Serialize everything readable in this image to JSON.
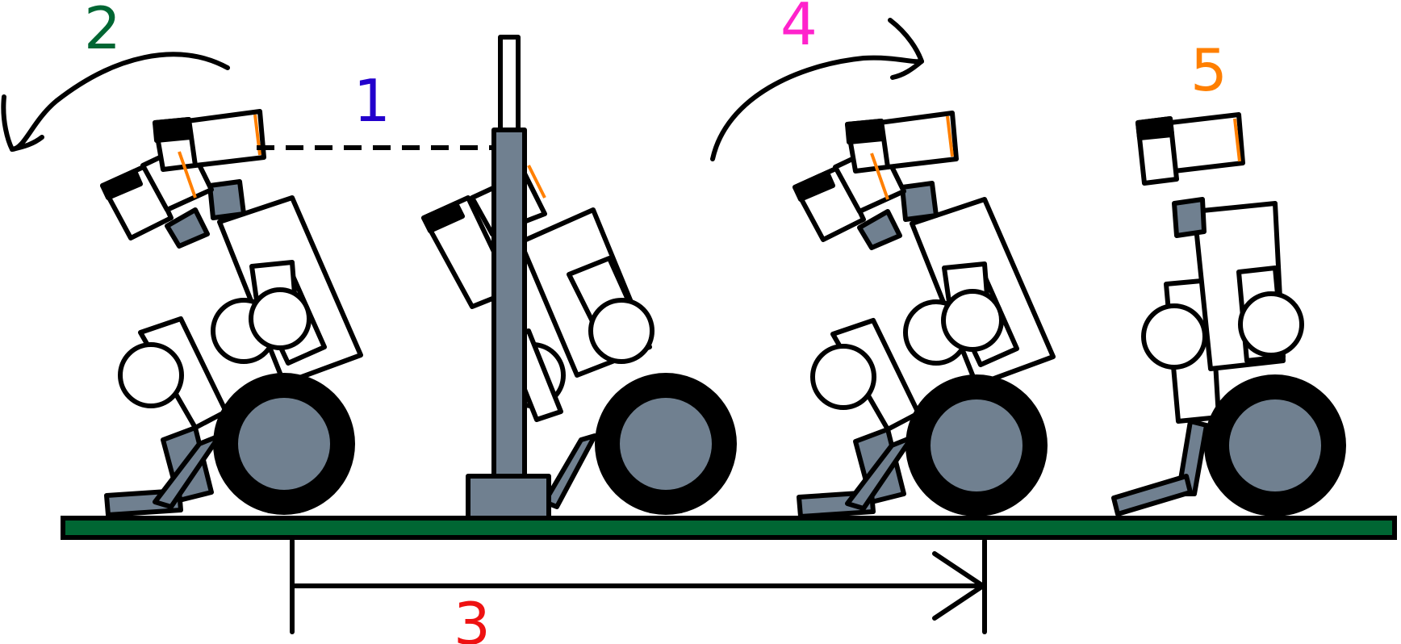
{
  "labels": {
    "step_1": "1",
    "step_2": "2",
    "step_3": "3",
    "step_4": "4",
    "step_5": "5"
  },
  "colors": {
    "step_1": "#2200cc",
    "step_2": "#006633",
    "step_3": "#ee1111",
    "step_4": "#ff22cc",
    "step_5": "#ff7f00",
    "ground": "#006633",
    "metal": "#708090",
    "accent": "#ff7f00"
  },
  "icons": {
    "robot": "wheeled-biped-robot-icon",
    "pole": "vertical-pole-icon",
    "rotation_arrow": "curved-arrow-icon",
    "distance_arrow": "horizontal-arrow-icon"
  }
}
